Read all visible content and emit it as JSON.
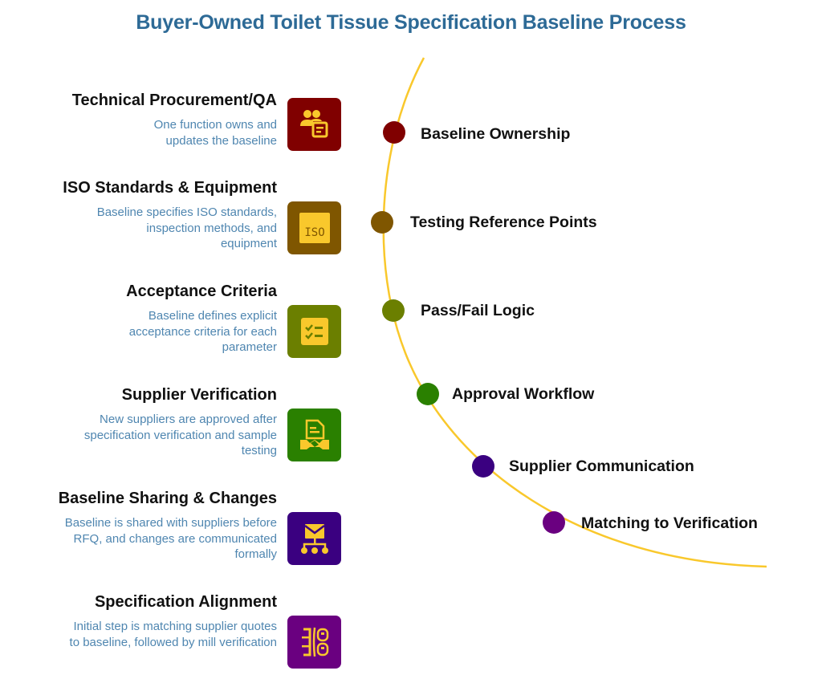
{
  "title": "Buyer-Owned Toilet Tissue Specification Baseline Process",
  "colors": {
    "title": "#2d6a96",
    "accent_yellow": "#f9c82c",
    "arc": "#f9c82c",
    "description_text": "#4f86b0"
  },
  "items": [
    {
      "heading": "Technical Procurement/QA",
      "description": "One function owns and updates the baseline",
      "icon": "people-document-icon",
      "color": "#800000",
      "stage": "Baseline Ownership"
    },
    {
      "heading": "ISO Standards & Equipment",
      "description": "Baseline specifies ISO standards, inspection methods, and equipment",
      "icon": "iso-icon",
      "icon_text": "ISO",
      "color": "#7f5600",
      "stage": "Testing Reference Points"
    },
    {
      "heading": "Acceptance Criteria",
      "description": "Baseline defines explicit acceptance criteria for each parameter",
      "icon": "checklist-icon",
      "color": "#6b7f00",
      "stage": "Pass/Fail Logic"
    },
    {
      "heading": "Supplier Verification",
      "description": "New suppliers are approved after specification verification and sample testing",
      "icon": "contract-handshake-icon",
      "color": "#2a8000",
      "stage": "Approval Workflow"
    },
    {
      "heading": "Baseline Sharing & Changes",
      "description": "Baseline is shared with suppliers before RFQ, and changes are communicated formally",
      "icon": "mail-distribution-icon",
      "color": "#3a0080",
      "stage": "Supplier Communication"
    },
    {
      "heading": "Specification Alignment",
      "description": "Initial step is matching supplier quotes to baseline, followed by mill verification",
      "icon": "compare-match-icon",
      "color": "#6a0080",
      "stage": "Matching to Verification"
    }
  ]
}
